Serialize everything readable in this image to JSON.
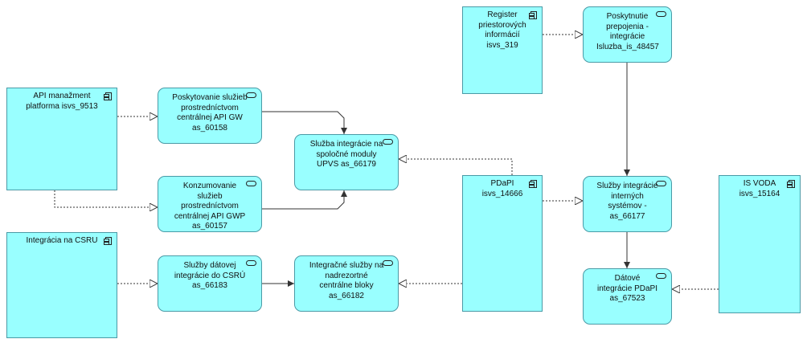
{
  "diagram": {
    "elements": [
      {
        "id": "api_platform",
        "kind": "component",
        "label": "API manažment platforma isvs_9513"
      },
      {
        "id": "poskyt_api_gw",
        "kind": "service",
        "label": "Poskytovanie služieb prostredníctvom centrálnej API GW as_60158"
      },
      {
        "id": "konzum_api_gwp",
        "kind": "service",
        "label": "Konzumovanie služieb prostredníctvom centrálnej API GWP as_60157"
      },
      {
        "id": "sluzba_integracie_upvs",
        "kind": "service",
        "label": "Služba integrácie na spoločné moduly UPVS as_66179"
      },
      {
        "id": "integracia_csru",
        "kind": "component",
        "label": "Integrácia na CSRU"
      },
      {
        "id": "sluzby_datovej_csru",
        "kind": "service",
        "label": "Služby dátovej integrácie do CSRÚ as_66183"
      },
      {
        "id": "integracne_sluzby_nadrezortne",
        "kind": "service",
        "label": "Integračné služby na nadrezortné centrálne bloky as_66182"
      },
      {
        "id": "register_priestorovych",
        "kind": "component",
        "label": "Register priestorových informácií isvs_319"
      },
      {
        "id": "poskytnutie_prepojenia",
        "kind": "service",
        "label": "Poskytnutie prepojenia - integrácie Isluzba_is_48457"
      },
      {
        "id": "pdapi",
        "kind": "component",
        "label": "PDaPI isvs_14666"
      },
      {
        "id": "sluzby_integracie_internych",
        "kind": "service",
        "label": "Služby integrácie interných systémov - as_66177"
      },
      {
        "id": "datove_integracie_pdapi",
        "kind": "service",
        "label": "Dátové integrácie PDaPI as_67523"
      },
      {
        "id": "is_voda",
        "kind": "component",
        "label": "IS VODA isvs_15164"
      }
    ],
    "relations": [
      {
        "from": "api_platform",
        "to": "poskyt_api_gw",
        "type": "realization"
      },
      {
        "from": "api_platform",
        "to": "konzum_api_gwp",
        "type": "realization"
      },
      {
        "from": "poskyt_api_gw",
        "to": "sluzba_integracie_upvs",
        "type": "triggering"
      },
      {
        "from": "konzum_api_gwp",
        "to": "sluzba_integracie_upvs",
        "type": "triggering"
      },
      {
        "from": "pdapi",
        "to": "sluzba_integracie_upvs",
        "type": "realization"
      },
      {
        "from": "integracia_csru",
        "to": "sluzby_datovej_csru",
        "type": "realization"
      },
      {
        "from": "sluzby_datovej_csru",
        "to": "integracne_sluzby_nadrezortne",
        "type": "triggering"
      },
      {
        "from": "pdapi",
        "to": "integracne_sluzby_nadrezortne",
        "type": "realization"
      },
      {
        "from": "register_priestorovych",
        "to": "poskytnutie_prepojenia",
        "type": "realization"
      },
      {
        "from": "poskytnutie_prepojenia",
        "to": "sluzby_integracie_internych",
        "type": "triggering"
      },
      {
        "from": "pdapi",
        "to": "sluzby_integracie_internych",
        "type": "realization"
      },
      {
        "from": "sluzby_integracie_internych",
        "to": "datove_integracie_pdapi",
        "type": "triggering"
      },
      {
        "from": "is_voda",
        "to": "datove_integracie_pdapi",
        "type": "realization"
      }
    ]
  },
  "colors": {
    "fill": "#99ffff",
    "border": "#4a9aa6",
    "line": "#333333"
  },
  "icons": {
    "component": "component-icon",
    "service": "service-icon"
  }
}
